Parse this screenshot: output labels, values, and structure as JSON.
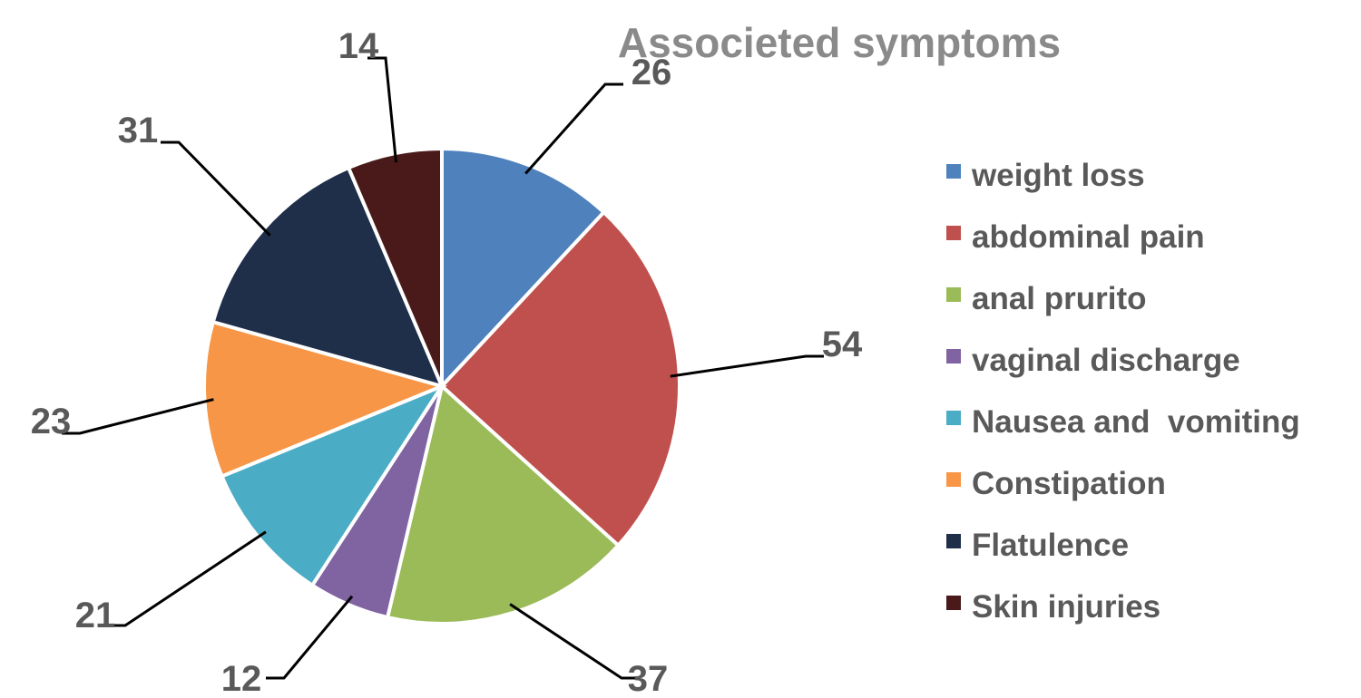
{
  "chart_data": {
    "type": "pie",
    "title": "Associeted symptoms",
    "categories": [
      "weight loss",
      "abdominal pain",
      "anal prurito",
      "vaginal discharge",
      "Nausea and  vomiting",
      "Constipation",
      "Flatulence",
      "Skin injuries"
    ],
    "values": [
      26,
      54,
      37,
      12,
      21,
      23,
      31,
      14
    ],
    "colors": [
      "#4f81bd",
      "#c0504d",
      "#9bbb59",
      "#8064a2",
      "#4bacc6",
      "#f79646",
      "#1f2f4a",
      "#4a1a1a"
    ],
    "legend_position": "right",
    "data_labels": true
  }
}
